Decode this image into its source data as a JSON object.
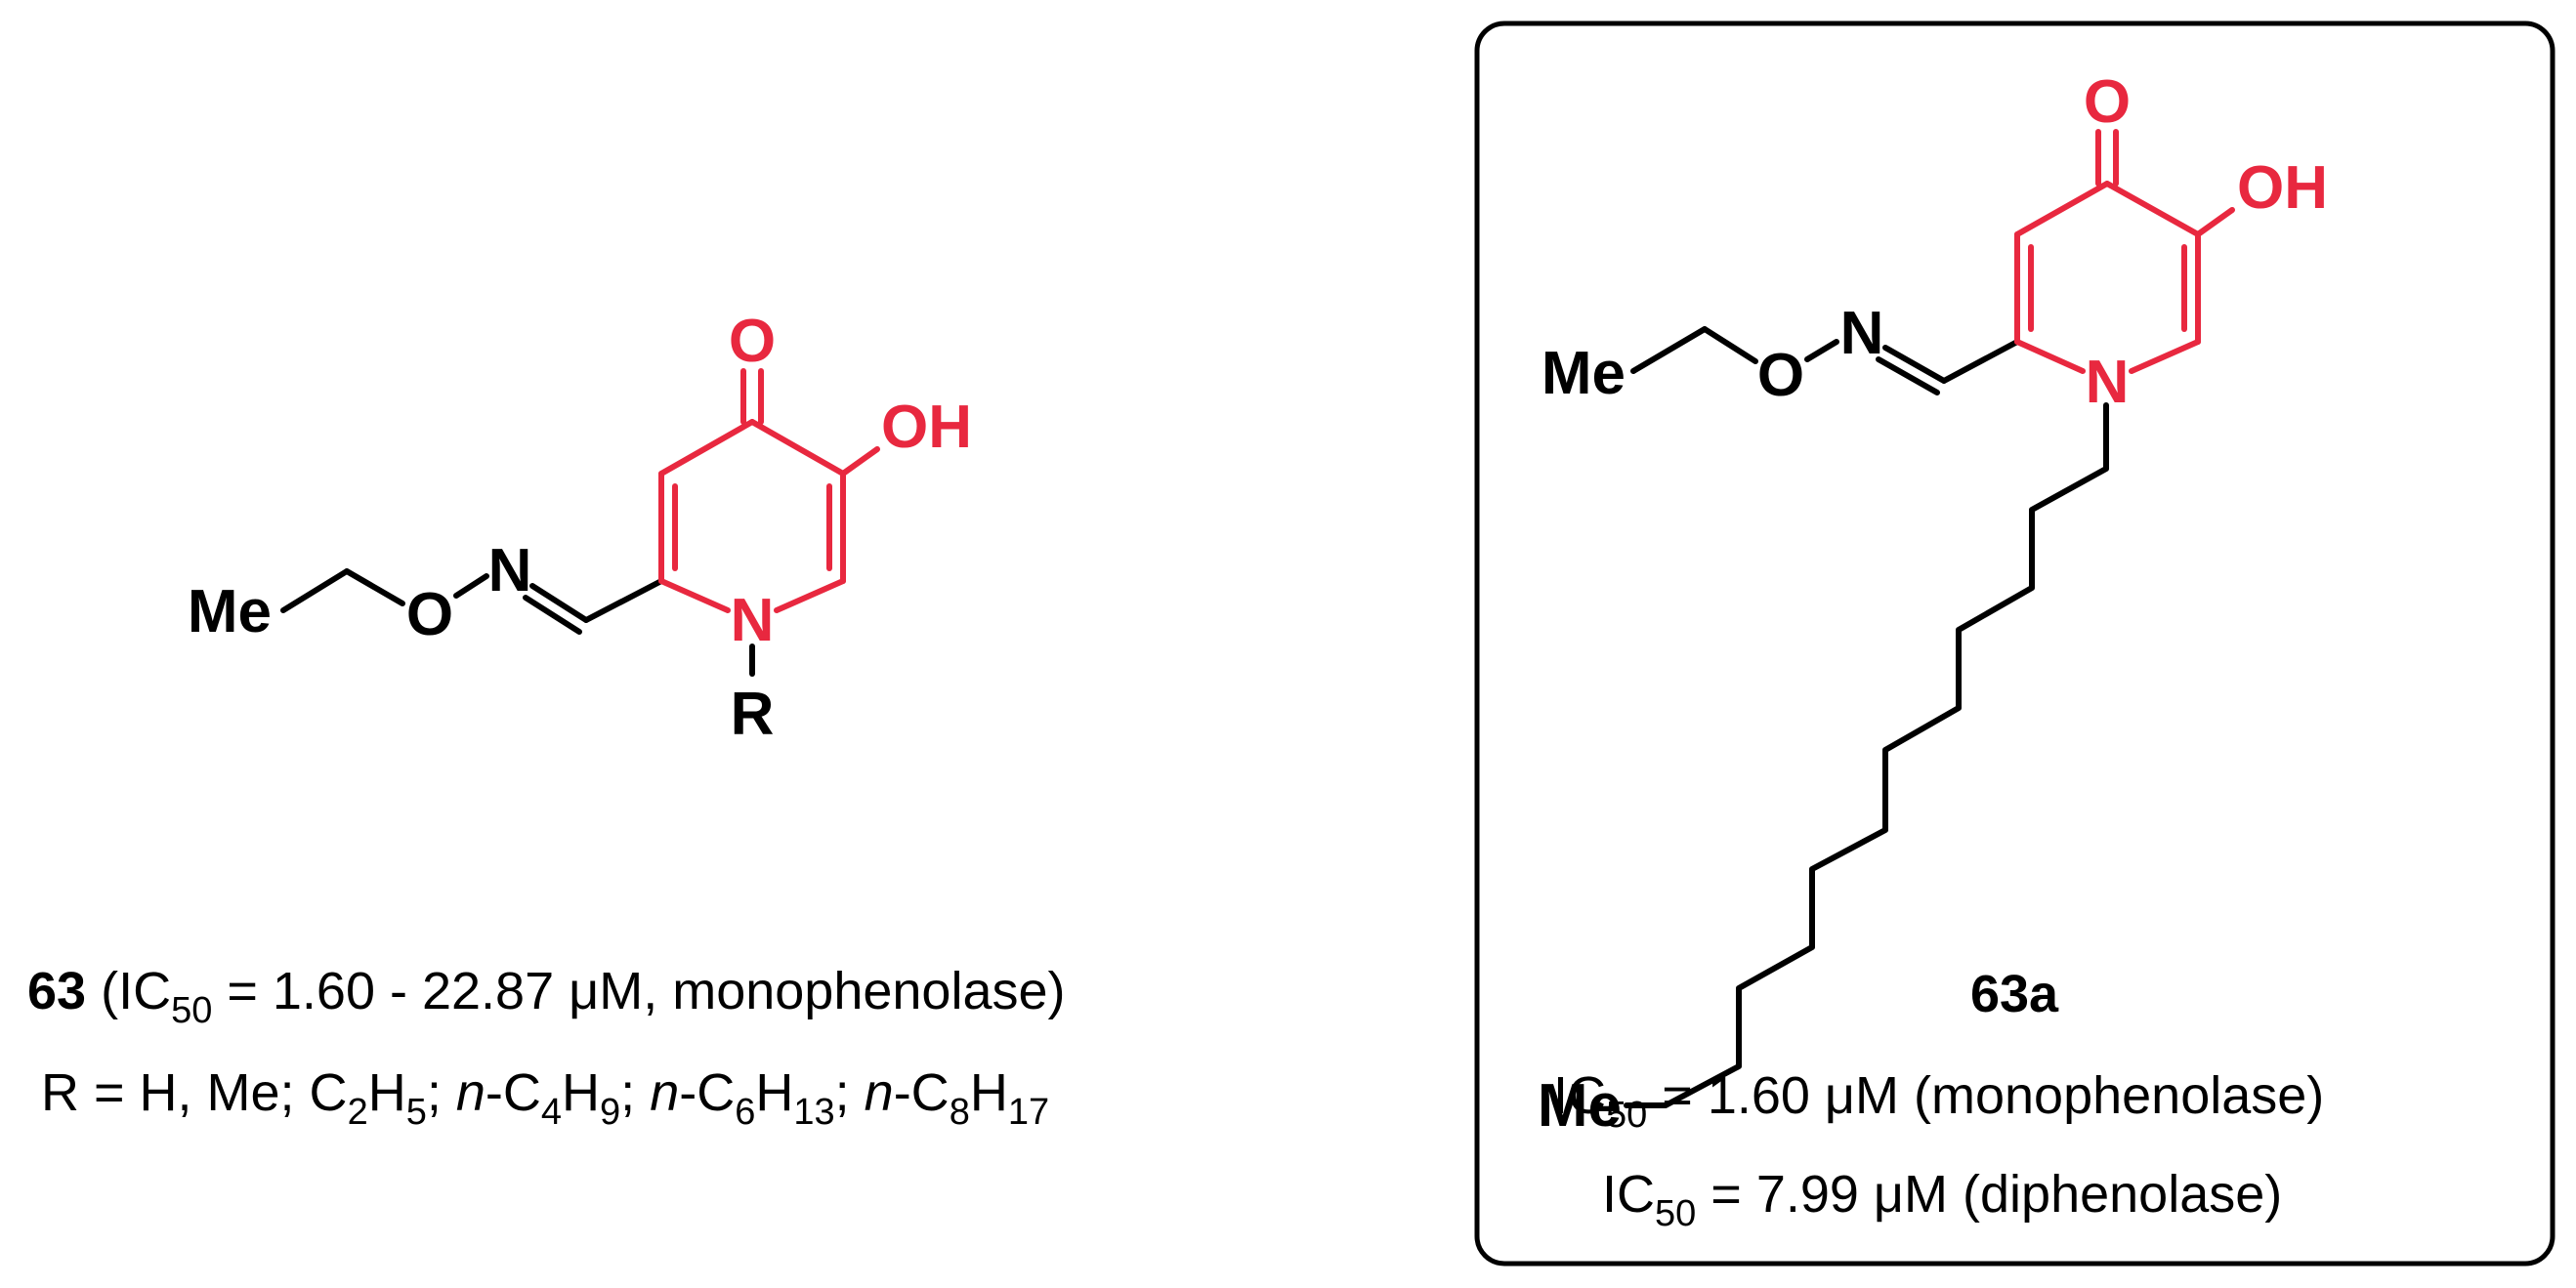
{
  "colors": {
    "pyridinone": "#e8283f",
    "structure": "#000000"
  },
  "compound_63": {
    "atoms": {
      "methyl": "Me",
      "ether_oxygen": "O",
      "oxime_nitrogen": "N",
      "ring_nitrogen": "N",
      "substituent": "R",
      "carbonyl_oxygen": "O",
      "hydroxyl": "OH"
    },
    "caption_label": "63",
    "caption_activity": " (IC",
    "caption_activity_sub": "50",
    "caption_activity_value": " = 1.60 - 22.87 μM, monophenolase)",
    "substituent_line": {
      "p1": "R = H, Me; C",
      "s1": "2",
      "p2": "H",
      "s2": "5",
      "p3": "; ",
      "i1": "n",
      "p4": "-C",
      "s3": "4",
      "p5": "H",
      "s4": "9",
      "p6": "; ",
      "i2": "n",
      "p7": "-C",
      "s5": "6",
      "p8": "H",
      "s6": "13",
      "p9": "; ",
      "i3": "n",
      "p10": "-C",
      "s7": "8",
      "p11": "H",
      "s8": "17"
    }
  },
  "compound_63a": {
    "atoms": {
      "methyl": "Me",
      "ether_oxygen": "O",
      "oxime_nitrogen": "N",
      "ring_nitrogen": "N",
      "terminal_methyl": "Me",
      "carbonyl_oxygen": "O",
      "hydroxyl": "OH"
    },
    "label": "63a",
    "line1_prefix": "IC",
    "line1_sub": "50",
    "line1_rest": " = 1.60 μM (monophenolase)",
    "line2_prefix": "IC",
    "line2_sub": "50",
    "line2_rest": " = 7.99 μM (diphenolase)"
  }
}
